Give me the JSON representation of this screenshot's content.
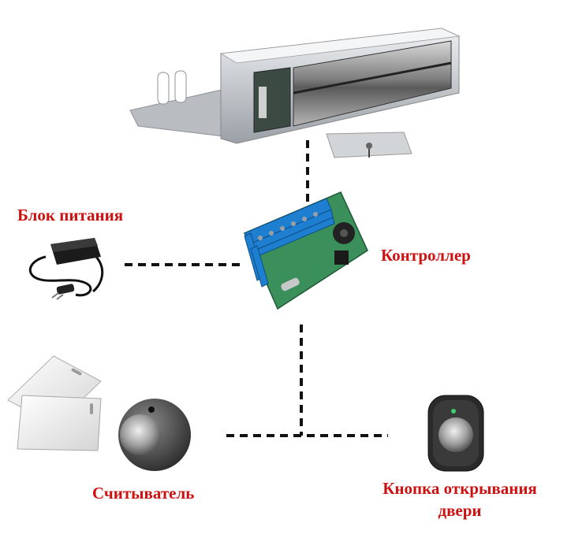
{
  "labels": {
    "power_supply": "Блок питания",
    "controller": "Контроллер",
    "reader": "Считыватель",
    "door_button_line1": "Кнопка открывания",
    "door_button_line2": "двери"
  },
  "colors": {
    "label_red": "#cc1111",
    "connector": "#111111",
    "lock_body": "#c9cdd2",
    "pcb_green": "#3a8f5a",
    "terminal_blue": "#1e7fd0"
  },
  "icons": {
    "lock": "electromagnetic-lock-icon",
    "armature": "armature-plate-icon",
    "power": "power-adapter-icon",
    "controller": "controller-board-icon",
    "cards": "proximity-cards-icon",
    "reader": "card-reader-icon",
    "button": "exit-button-icon"
  }
}
